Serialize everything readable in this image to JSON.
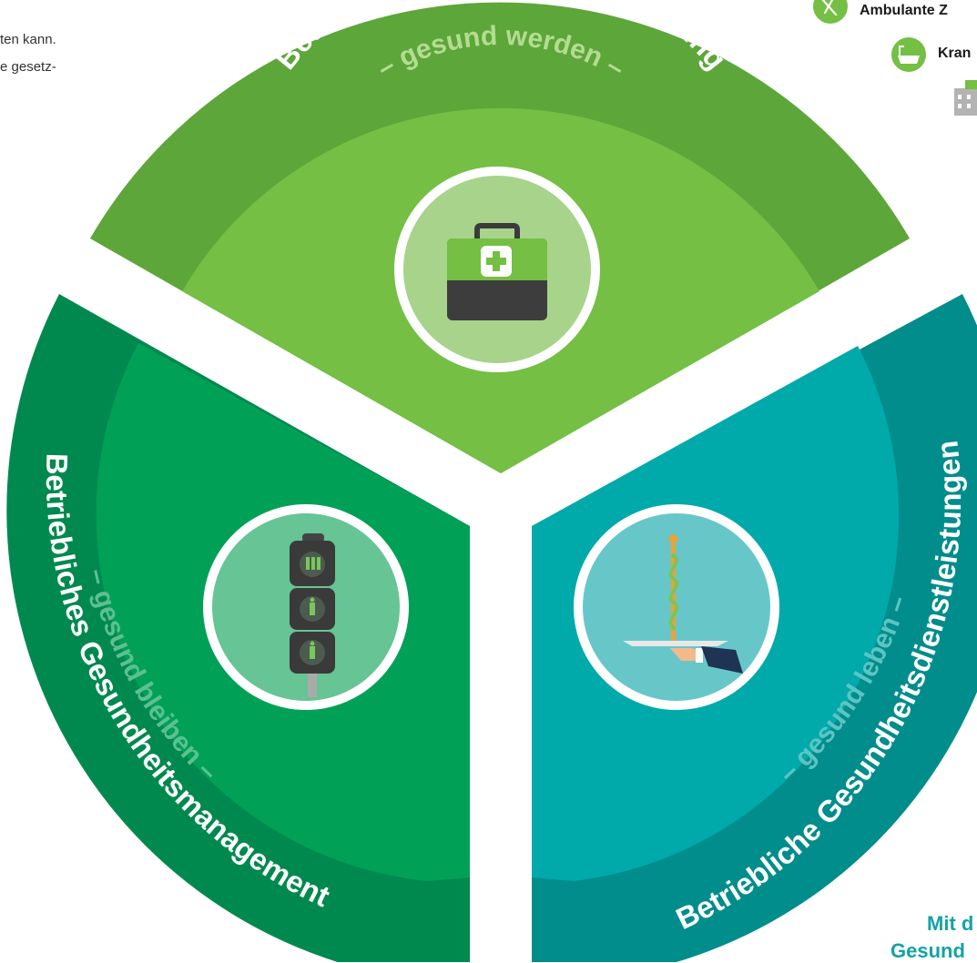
{
  "intro_text": {
    "line1": "ten kann.",
    "line2": "e gesetz-"
  },
  "top_right_items": {
    "item1": {
      "label": "Ambulante Z",
      "icon": "syringe-icon"
    },
    "item2": {
      "label": "Kran",
      "icon": "bathtub-icon"
    },
    "item3": {
      "icon": "hospital-icon"
    }
  },
  "bottom_right_text": {
    "line1": "Mit d",
    "line2": "Gesund"
  },
  "segments": [
    {
      "id": "krankenversicherung",
      "title": "Betriebliche Krankenversicherung",
      "subtitle": "– gesund werden –",
      "icon": "medical-case-icon",
      "colors": {
        "outer": "#5da63a",
        "inner": "#74bf44",
        "circle": "#a8d38a",
        "subtitle": "#b4dc92"
      }
    },
    {
      "id": "gesundheitsmanagement",
      "title": "Betriebliches Gesundheitsmanagement",
      "subtitle": "– gesund bleiben –",
      "icon": "traffic-light-icon",
      "colors": {
        "outer": "#00894f",
        "inner": "#00a157",
        "circle": "#66c495",
        "subtitle": "#5cc092"
      }
    },
    {
      "id": "gesundheitsdienstleistungen",
      "title": "Betriebliche Gesundheitsdienstleistungen",
      "subtitle": "– gesund leben –",
      "icon": "caduceus-on-tray-icon",
      "colors": {
        "outer": "#008d8c",
        "inner": "#00a9aa",
        "circle": "#67c7c8",
        "subtitle": "#5cc4c4"
      }
    }
  ]
}
